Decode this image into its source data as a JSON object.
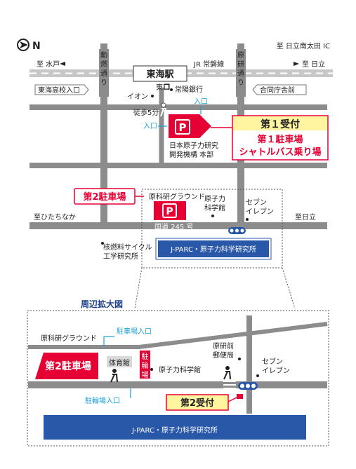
{
  "colors": {
    "road": "#8c8c8c",
    "rail_light": "#c8c8c8",
    "parking_red": "#e60033",
    "banner_blue": "#2a58a8",
    "accent_cyan": "#1aa0d8",
    "callout_yellow": "#fff5a0",
    "heading_blue": "#1a3f8a"
  },
  "icons": {
    "north": "north-arrow-icon",
    "parking": "parking-icon",
    "walker": "pedestrian-icon",
    "bus": "bus-stop-icon"
  },
  "compass": {
    "label": "N"
  },
  "overview": {
    "dest_top_right": "至 日立南太田 IC",
    "dest_mito": "至 水戸",
    "rail_line": "JR 常磐線",
    "dest_hitachi_rail": "至 日立",
    "station": "東海駅",
    "east_exit": "東口",
    "aeon": "イオン",
    "joyo_bank": "常陽銀行",
    "tokai_hs": "東海高校入口",
    "gov_bldg": "合同庁舎前",
    "walk": "徒歩5分",
    "entrance_a": "入口",
    "entrance_b": "入口",
    "jaea_line1": "日本原子力研究",
    "jaea_line2": "開発機構 本部",
    "reception1_title": "第１受付",
    "reception1_line1": "第１駐車場",
    "reception1_line2": "シャトルバス乗り場",
    "parking2": "第2駐車場",
    "ground": "原科研グラウンド",
    "nuclear_lab_line1": "原子力",
    "nuclear_lab_line2": "科学館",
    "seven_line1": "セブン",
    "seven_line2": "イレブン",
    "dest_hitachinaka": "至ひたちなか",
    "dest_hitachi_road": "至日立",
    "route": "国道 245 号",
    "fuel_line1": "核燃料サイクル",
    "fuel_line2": "工学研究所",
    "jparc": "J-PARC・原子力科学研究所",
    "road_vertical_left": "動燃通り",
    "road_vertical_right": "原研通り"
  },
  "detail": {
    "heading": "周辺拡大図",
    "ground": "原科研グラウンド",
    "parking_entrance": "駐車場入口",
    "parking2": "第2駐車場",
    "gym": "体育館",
    "bike_parking": "駐輪場",
    "nuclear_hall": "原子力科学館",
    "post_line1": "原研前",
    "post_line2": "郵便局",
    "seven_line1": "セブン",
    "seven_line2": "イレブン",
    "bike_entrance": "駐輪場入口",
    "reception2": "第2受付",
    "jparc": "J-PARC・原子力科学研究所"
  }
}
